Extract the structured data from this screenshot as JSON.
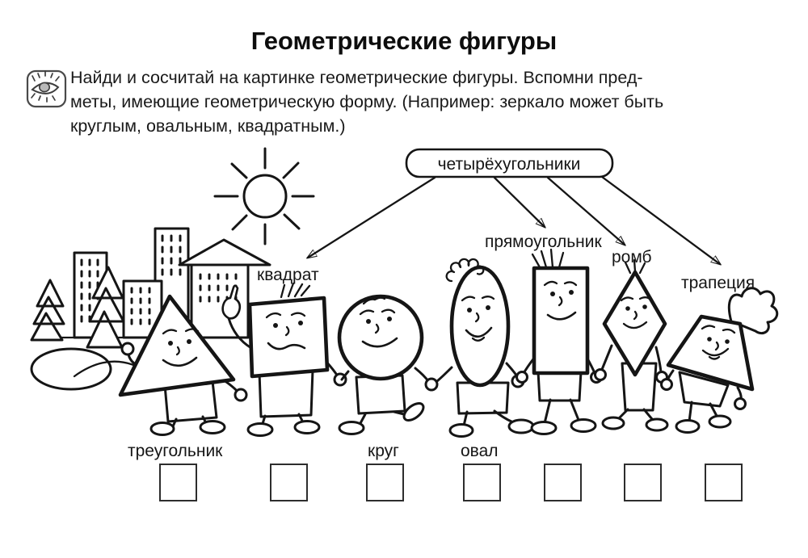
{
  "page": {
    "title": "Геометрические фигуры"
  },
  "instruction": {
    "icon": "eye-look-icon",
    "lines": [
      "Найди и сосчитай на картинке геометрические фигуры. Вспомни пред-",
      "меты, имеющие геометрическую форму. (Например: зеркало может быть",
      "круглым, овальным, квадратным.)"
    ]
  },
  "diagram": {
    "group_label": "четырёхугольники",
    "shape_labels": {
      "triangle": "треугольник",
      "square": "квадрат",
      "circle": "круг",
      "oval": "овал",
      "rectangle": "прямоугольник",
      "rhombus": "ромб",
      "trapezoid": "трапеция"
    },
    "quadrilaterals": [
      "квадрат",
      "прямоугольник",
      "ромб",
      "трапеция"
    ]
  },
  "answer_boxes": {
    "count": 7
  },
  "colors": {
    "ink": "#151515",
    "paper": "#ffffff"
  }
}
